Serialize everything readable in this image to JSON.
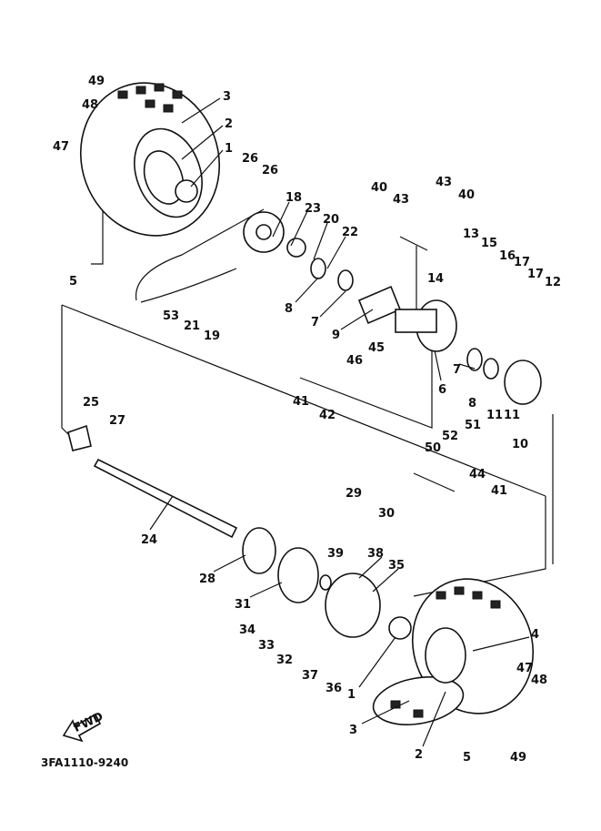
{
  "diagram": {
    "drawing_code": "3FA1110-9240",
    "fwd_label": "FWD",
    "callouts": [
      "49",
      "48",
      "47",
      "3",
      "2",
      "1",
      "26",
      "26",
      "5",
      "18",
      "23",
      "20",
      "22",
      "8",
      "7",
      "9",
      "53",
      "21",
      "19",
      "40",
      "43",
      "43",
      "40",
      "13",
      "15",
      "16",
      "17",
      "17",
      "12",
      "14",
      "45",
      "46",
      "41",
      "42",
      "6",
      "7",
      "8",
      "11",
      "11",
      "10",
      "25",
      "27",
      "52",
      "51",
      "50",
      "44",
      "41",
      "24",
      "29",
      "30",
      "28",
      "31",
      "39",
      "38",
      "35",
      "34",
      "33",
      "32",
      "37",
      "36",
      "1",
      "4",
      "47",
      "48",
      "3",
      "2",
      "5",
      "49"
    ]
  }
}
